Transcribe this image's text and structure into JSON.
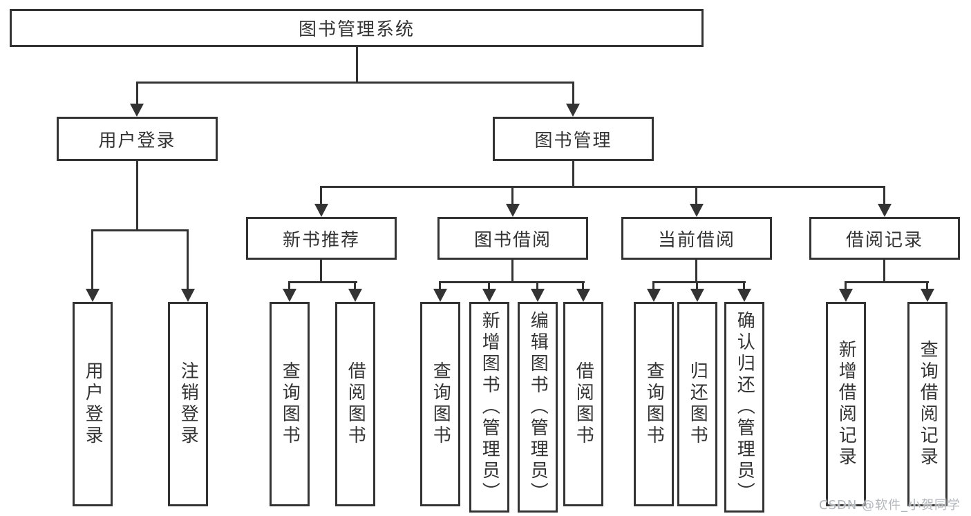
{
  "diagram": {
    "watermark": "CSDN @软件_小贺同学",
    "colors": {
      "line": "#333333",
      "box_fill": "#ffffff",
      "text": "#333333",
      "watermark_text": "#b1b6bb"
    },
    "tree": {
      "root": "图书管理系统",
      "branches": [
        {
          "label": "用户登录",
          "children": [
            "用户登录",
            "注销登录"
          ]
        },
        {
          "label": "图书管理",
          "sections": [
            {
              "label": "新书推荐",
              "children": [
                "查询图书",
                "借阅图书"
              ]
            },
            {
              "label": "图书借阅",
              "children": [
                "查询图书",
                "新增图书（管理员）",
                "编辑图书（管理员）",
                "借阅图书"
              ]
            },
            {
              "label": "当前借阅",
              "children": [
                "查询图书",
                "归还图书",
                "确认归还（管理员）"
              ]
            },
            {
              "label": "借阅记录",
              "children": [
                "新增借阅记录",
                "查询借阅记录"
              ]
            }
          ]
        }
      ]
    }
  }
}
